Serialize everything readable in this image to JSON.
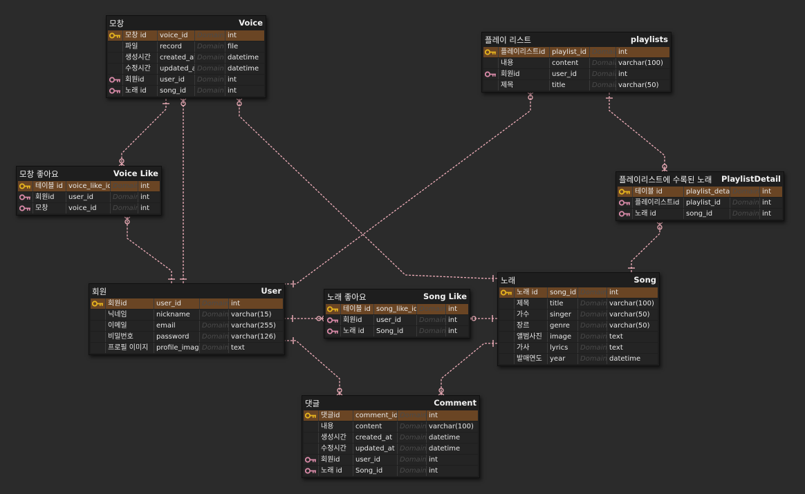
{
  "colors": {
    "background": "#2b2b2b",
    "entity_bg": "#1e1e1e",
    "pk_row": "#6a4524",
    "connector": "#f2b0bc",
    "pk_key_icon": "#e7b51e",
    "fk_key_icon": "#d98aa8"
  },
  "entities": {
    "voice": {
      "logical": "모창",
      "physical": "Voice",
      "rows": [
        {
          "icon": "pk-key-icon",
          "name": "모창 id",
          "column": "voice_id",
          "domain": "Domain",
          "type": "int"
        },
        {
          "icon": "",
          "name": "파일",
          "column": "record",
          "domain": "Domain",
          "type": "file"
        },
        {
          "icon": "",
          "name": "생성시간",
          "column": "created_at",
          "domain": "Domain",
          "type": "datetime"
        },
        {
          "icon": "",
          "name": "수정시간",
          "column": "updated_at",
          "domain": "Domain",
          "type": "datetime"
        },
        {
          "icon": "fk-key-icon",
          "name": "회원id",
          "column": "user_id",
          "domain": "Domain",
          "type": "int"
        },
        {
          "icon": "fk-key-icon",
          "name": "노래 id",
          "column": "song_id",
          "domain": "Domain",
          "type": "int"
        }
      ]
    },
    "playlists": {
      "logical": "플레이 리스트",
      "physical": "playlists",
      "rows": [
        {
          "icon": "pk-key-icon",
          "name": "플레이리스트id",
          "column": "playlist_id",
          "domain": "Domain",
          "type": "int"
        },
        {
          "icon": "",
          "name": "내용",
          "column": "content",
          "domain": "Domain",
          "type": "varchar(100)"
        },
        {
          "icon": "fk-key-icon",
          "name": "회원id",
          "column": "user_id",
          "domain": "Domain",
          "type": "int"
        },
        {
          "icon": "",
          "name": "제목",
          "column": "title",
          "domain": "Domain",
          "type": "varchar(50)"
        }
      ]
    },
    "voice_like": {
      "logical": "모창 좋아요",
      "physical": "Voice Like",
      "rows": [
        {
          "icon": "pk-key-icon",
          "name": "테이블 id",
          "column": "voice_like_id",
          "domain": "Domain",
          "type": "int"
        },
        {
          "icon": "fk-key-icon",
          "name": "회원id",
          "column": "user_id",
          "domain": "Domain",
          "type": "int"
        },
        {
          "icon": "fk-key-icon",
          "name": "모창",
          "column": "voice_id",
          "domain": "Domain",
          "type": "int"
        }
      ]
    },
    "playlist_detail": {
      "logical": "플레이리스트에 수록된 노래",
      "physical": "PlaylistDetail",
      "rows": [
        {
          "icon": "pk-key-icon",
          "name": "테이블 id",
          "column": "playlist_detail",
          "domain": "Domain",
          "type": "int"
        },
        {
          "icon": "fk-key-icon",
          "name": "플레이리스트id",
          "column": "playlist_id",
          "domain": "Domain",
          "type": "int"
        },
        {
          "icon": "fk-key-icon",
          "name": "노래 id",
          "column": "song_id",
          "domain": "Domain",
          "type": "int"
        }
      ]
    },
    "user": {
      "logical": "회원",
      "physical": "User",
      "rows": [
        {
          "icon": "pk-key-icon",
          "name": "회원id",
          "column": "user_id",
          "domain": "Domain",
          "type": "int"
        },
        {
          "icon": "",
          "name": "닉네임",
          "column": "nickname",
          "domain": "Domain",
          "type": "varchar(15)"
        },
        {
          "icon": "",
          "name": "이메일",
          "column": "email",
          "domain": "Domain",
          "type": "varchar(255)"
        },
        {
          "icon": "",
          "name": "비밀번호",
          "column": "password",
          "domain": "Domain",
          "type": "varchar(126)"
        },
        {
          "icon": "",
          "name": "프로필 이미지",
          "column": "profile_image",
          "domain": "Domain",
          "type": "text"
        }
      ]
    },
    "song_like": {
      "logical": "노래 좋아요",
      "physical": "Song Like",
      "rows": [
        {
          "icon": "pk-key-icon",
          "name": "테이블 id",
          "column": "song_like_id",
          "domain": "Domain",
          "type": "int"
        },
        {
          "icon": "fk-key-icon",
          "name": "회원id",
          "column": "user_id",
          "domain": "Domain",
          "type": "int"
        },
        {
          "icon": "fk-key-icon",
          "name": "노래 id",
          "column": "Song_id",
          "domain": "Domain",
          "type": "int"
        }
      ]
    },
    "song": {
      "logical": "노래",
      "physical": "Song",
      "rows": [
        {
          "icon": "pk-key-icon",
          "name": "노래 id",
          "column": "song_id",
          "domain": "Domain",
          "type": "int"
        },
        {
          "icon": "",
          "name": "제목",
          "column": "title",
          "domain": "Domain",
          "type": "varchar(100)"
        },
        {
          "icon": "",
          "name": "가수",
          "column": "singer",
          "domain": "Domain",
          "type": "varchar(50)"
        },
        {
          "icon": "",
          "name": "장르",
          "column": "genre",
          "domain": "Domain",
          "type": "varchar(50)"
        },
        {
          "icon": "",
          "name": "앨범사진",
          "column": "image",
          "domain": "Domain",
          "type": "text"
        },
        {
          "icon": "",
          "name": "가사",
          "column": "lyrics",
          "domain": "Domain",
          "type": "text"
        },
        {
          "icon": "",
          "name": "발매연도",
          "column": "year",
          "domain": "Domain",
          "type": "datetime"
        }
      ]
    },
    "comment": {
      "logical": "댓글",
      "physical": "Comment",
      "rows": [
        {
          "icon": "pk-key-icon",
          "name": "댓글id",
          "column": "comment_id",
          "domain": "Domain",
          "type": "int"
        },
        {
          "icon": "",
          "name": "내용",
          "column": "content",
          "domain": "Domain",
          "type": "varchar(100)"
        },
        {
          "icon": "",
          "name": "생성시간",
          "column": "created_at",
          "domain": "Domain",
          "type": "datetime"
        },
        {
          "icon": "",
          "name": "수정시간",
          "column": "updated_at",
          "domain": "Domain",
          "type": "datetime"
        },
        {
          "icon": "fk-key-icon",
          "name": "회원id",
          "column": "user_id",
          "domain": "Domain",
          "type": "int"
        },
        {
          "icon": "fk-key-icon",
          "name": "노래 id",
          "column": "Song_id",
          "domain": "Domain",
          "type": "int"
        }
      ]
    }
  }
}
